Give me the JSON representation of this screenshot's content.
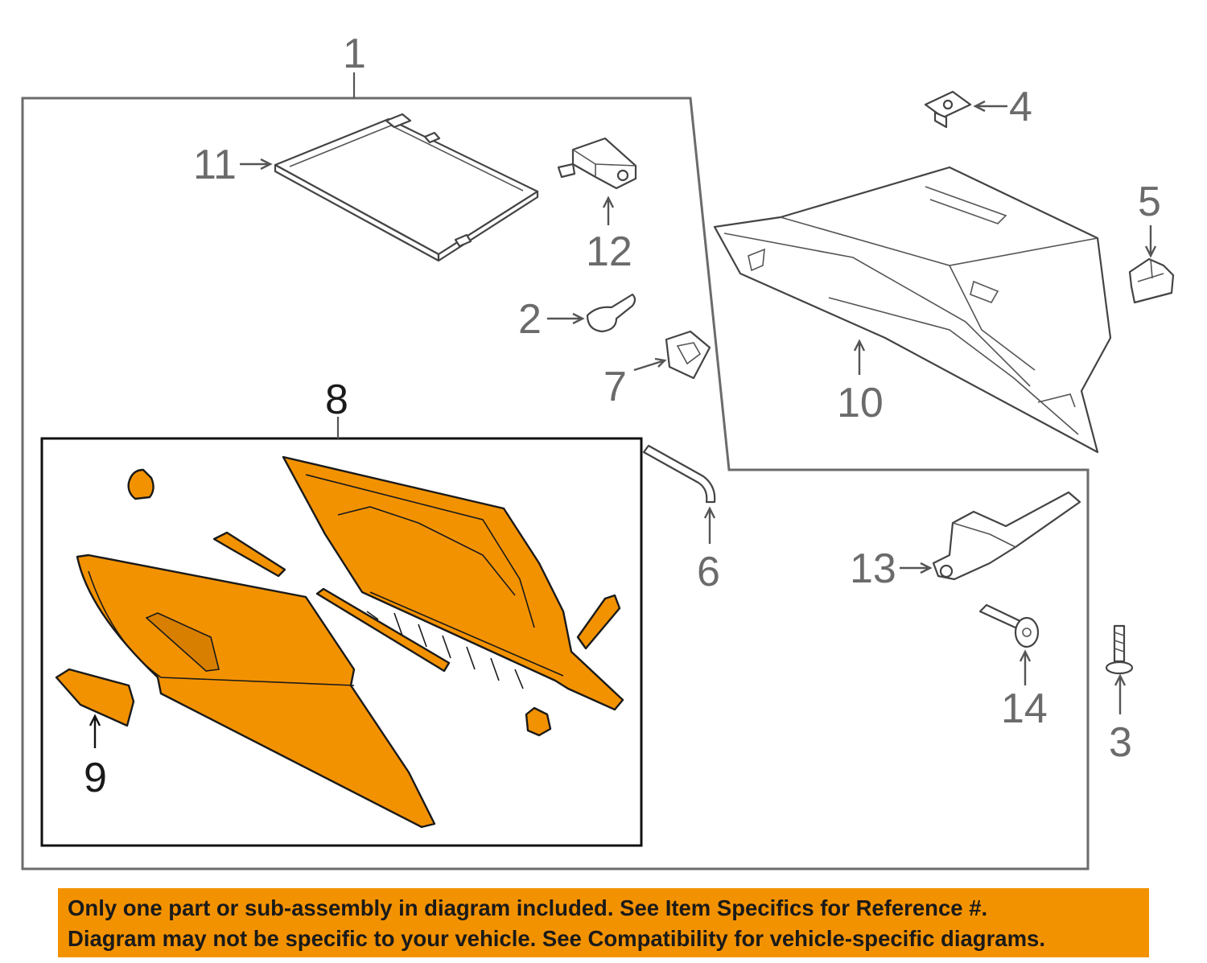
{
  "callouts": {
    "c1": "1",
    "c2": "2",
    "c3": "3",
    "c4": "4",
    "c5": "5",
    "c6": "6",
    "c7": "7",
    "c8": "8",
    "c9": "9",
    "c10": "10",
    "c11": "11",
    "c12": "12",
    "c13": "13",
    "c14": "14"
  },
  "notice": {
    "line1": "Only one part or sub-assembly in diagram included. See Item Specifics for Reference #.",
    "line2": "Diagram may not be specific to your vehicle. See Compatibility for vehicle-specific diagrams."
  },
  "colors": {
    "highlight": "#f39200",
    "outline": "#6b6b6b"
  }
}
